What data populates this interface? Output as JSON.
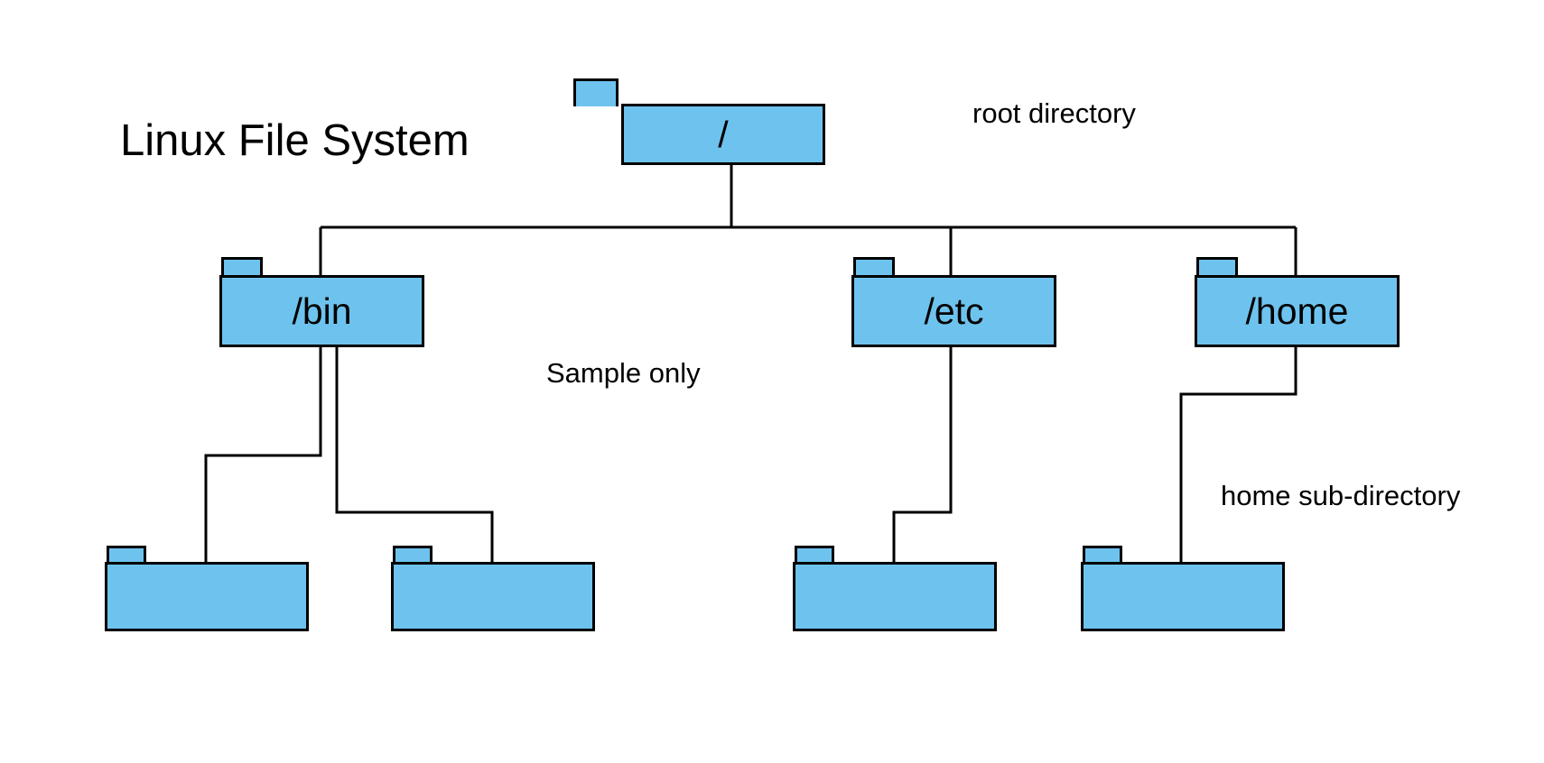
{
  "diagram": {
    "title": "Linux File System",
    "type": "tree",
    "background_color": "#ffffff",
    "folder_fill_color": "#6EC3EE",
    "folder_stroke_color": "#000000",
    "text_color": "#000000"
  },
  "nodes": {
    "root": {
      "label": "/",
      "name": "root-folder"
    },
    "bin": {
      "label": "/bin",
      "name": "bin-folder"
    },
    "etc": {
      "label": "/etc",
      "name": "etc-folder"
    },
    "home": {
      "label": "/home",
      "name": "home-folder"
    },
    "bin_child_1": {
      "label": "",
      "name": "bin-child-folder-1"
    },
    "bin_child_2": {
      "label": "",
      "name": "bin-child-folder-2"
    },
    "etc_child_1": {
      "label": "",
      "name": "etc-child-folder-1"
    },
    "home_child_1": {
      "label": "",
      "name": "home-child-folder-1"
    }
  },
  "annotations": {
    "root_directory": "root directory",
    "sample_only": "Sample only",
    "home_sub_directory": "home sub-directory"
  },
  "icons": {
    "folder": "folder-icon"
  }
}
